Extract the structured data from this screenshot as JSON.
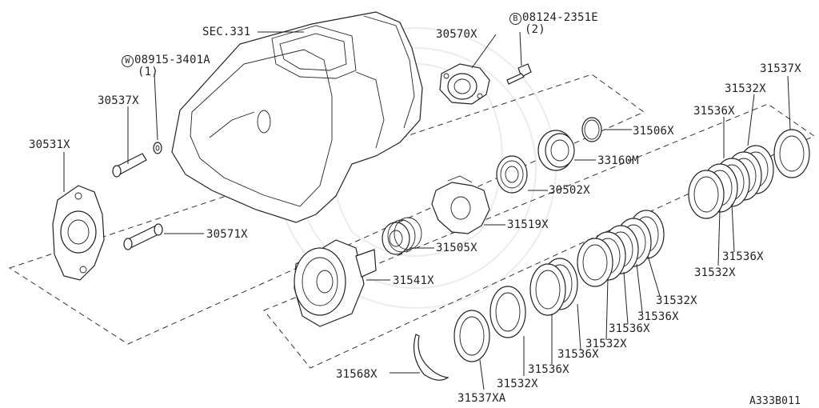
{
  "diagram_id": "A333B011",
  "callouts": {
    "sec331": "SEC.331",
    "p30570": "30570X",
    "bolt_code": "08124-2351E",
    "bolt_symbol": "B",
    "bolt_qty": "(2)",
    "washer_code": "08915-3401A",
    "washer_symbol": "W",
    "washer_qty": "(1)",
    "p30537": "30537X",
    "p30531_hl": "30531",
    "p30531_tail": "X",
    "p31506": "31506X",
    "p33160": "33160M",
    "p30502": "30502X",
    "p31519": "31519X",
    "p30571": "30571X",
    "p31505": "31505X",
    "p31541": "31541X",
    "p31537_top": "31537X",
    "p31532_top": "31532X",
    "p31536_top": "31536X",
    "p31536_r": "31536X",
    "p31532_r": "31532X",
    "p31532_m": "31532X",
    "p31536_m": "31536X",
    "p31536_m2": "31536X",
    "p31532_m2": "31532X",
    "p31536_b": "31536X",
    "p31536_b2": "31536X",
    "p31568": "31568X",
    "p31532_b": "31532X",
    "p31537_xa": "31537XA"
  }
}
